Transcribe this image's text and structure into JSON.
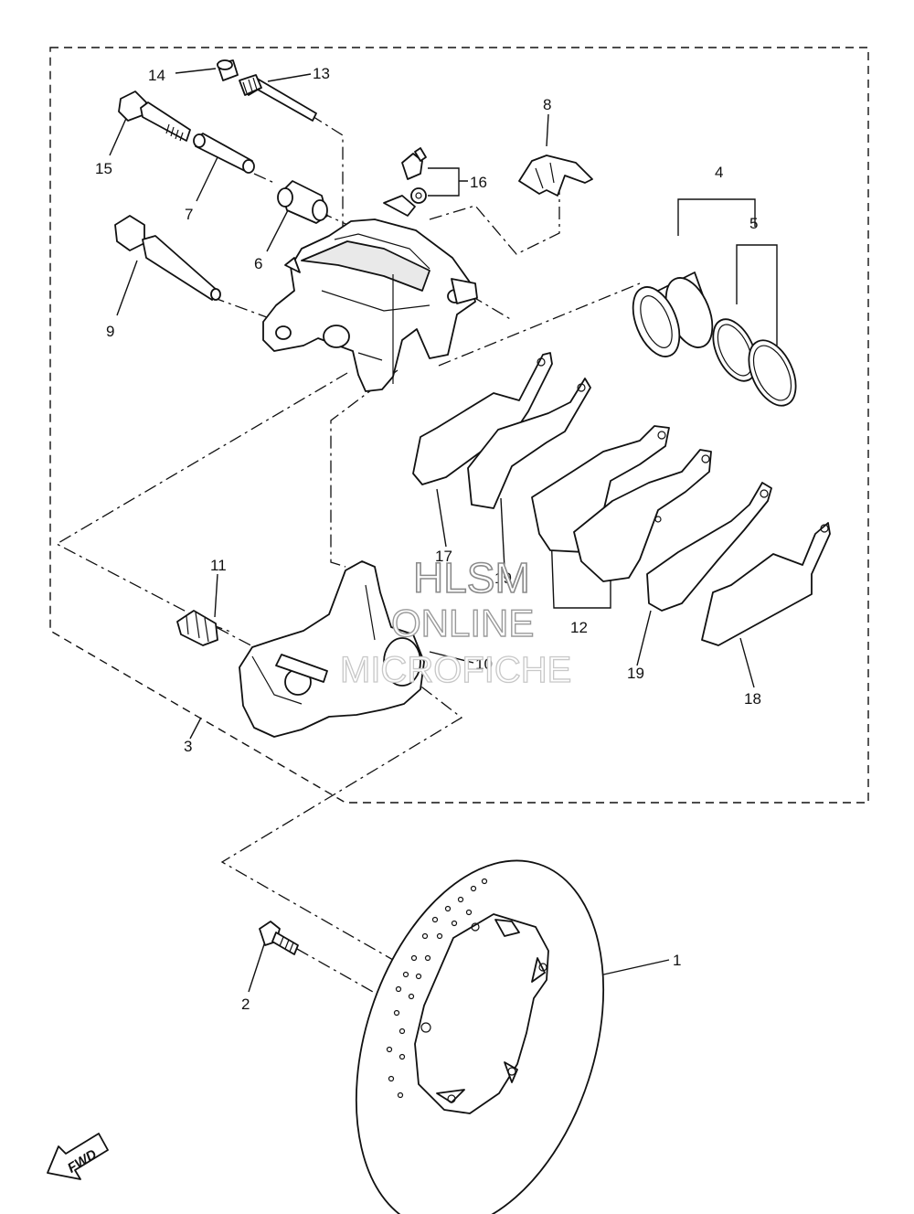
{
  "diagram": {
    "callouts": [
      {
        "id": "1",
        "label": "1"
      },
      {
        "id": "2",
        "label": "2"
      },
      {
        "id": "3",
        "label": "3"
      },
      {
        "id": "4",
        "label": "4"
      },
      {
        "id": "5",
        "label": "5"
      },
      {
        "id": "6",
        "label": "6"
      },
      {
        "id": "7",
        "label": "7"
      },
      {
        "id": "8",
        "label": "8"
      },
      {
        "id": "9",
        "label": "9"
      },
      {
        "id": "10",
        "label": "10"
      },
      {
        "id": "11",
        "label": "11"
      },
      {
        "id": "12",
        "label": "12"
      },
      {
        "id": "13",
        "label": "13"
      },
      {
        "id": "14",
        "label": "14"
      },
      {
        "id": "15",
        "label": "15"
      },
      {
        "id": "16",
        "label": "16"
      },
      {
        "id": "17",
        "label": "17"
      },
      {
        "id": "18",
        "label": "18"
      },
      {
        "id": "19a",
        "label": "19"
      },
      {
        "id": "19b",
        "label": "19"
      }
    ],
    "watermark": {
      "line1": "HLSM",
      "line2": "ONLINE",
      "line3": "MICROFICHE"
    },
    "direction_badge": "FWD"
  }
}
